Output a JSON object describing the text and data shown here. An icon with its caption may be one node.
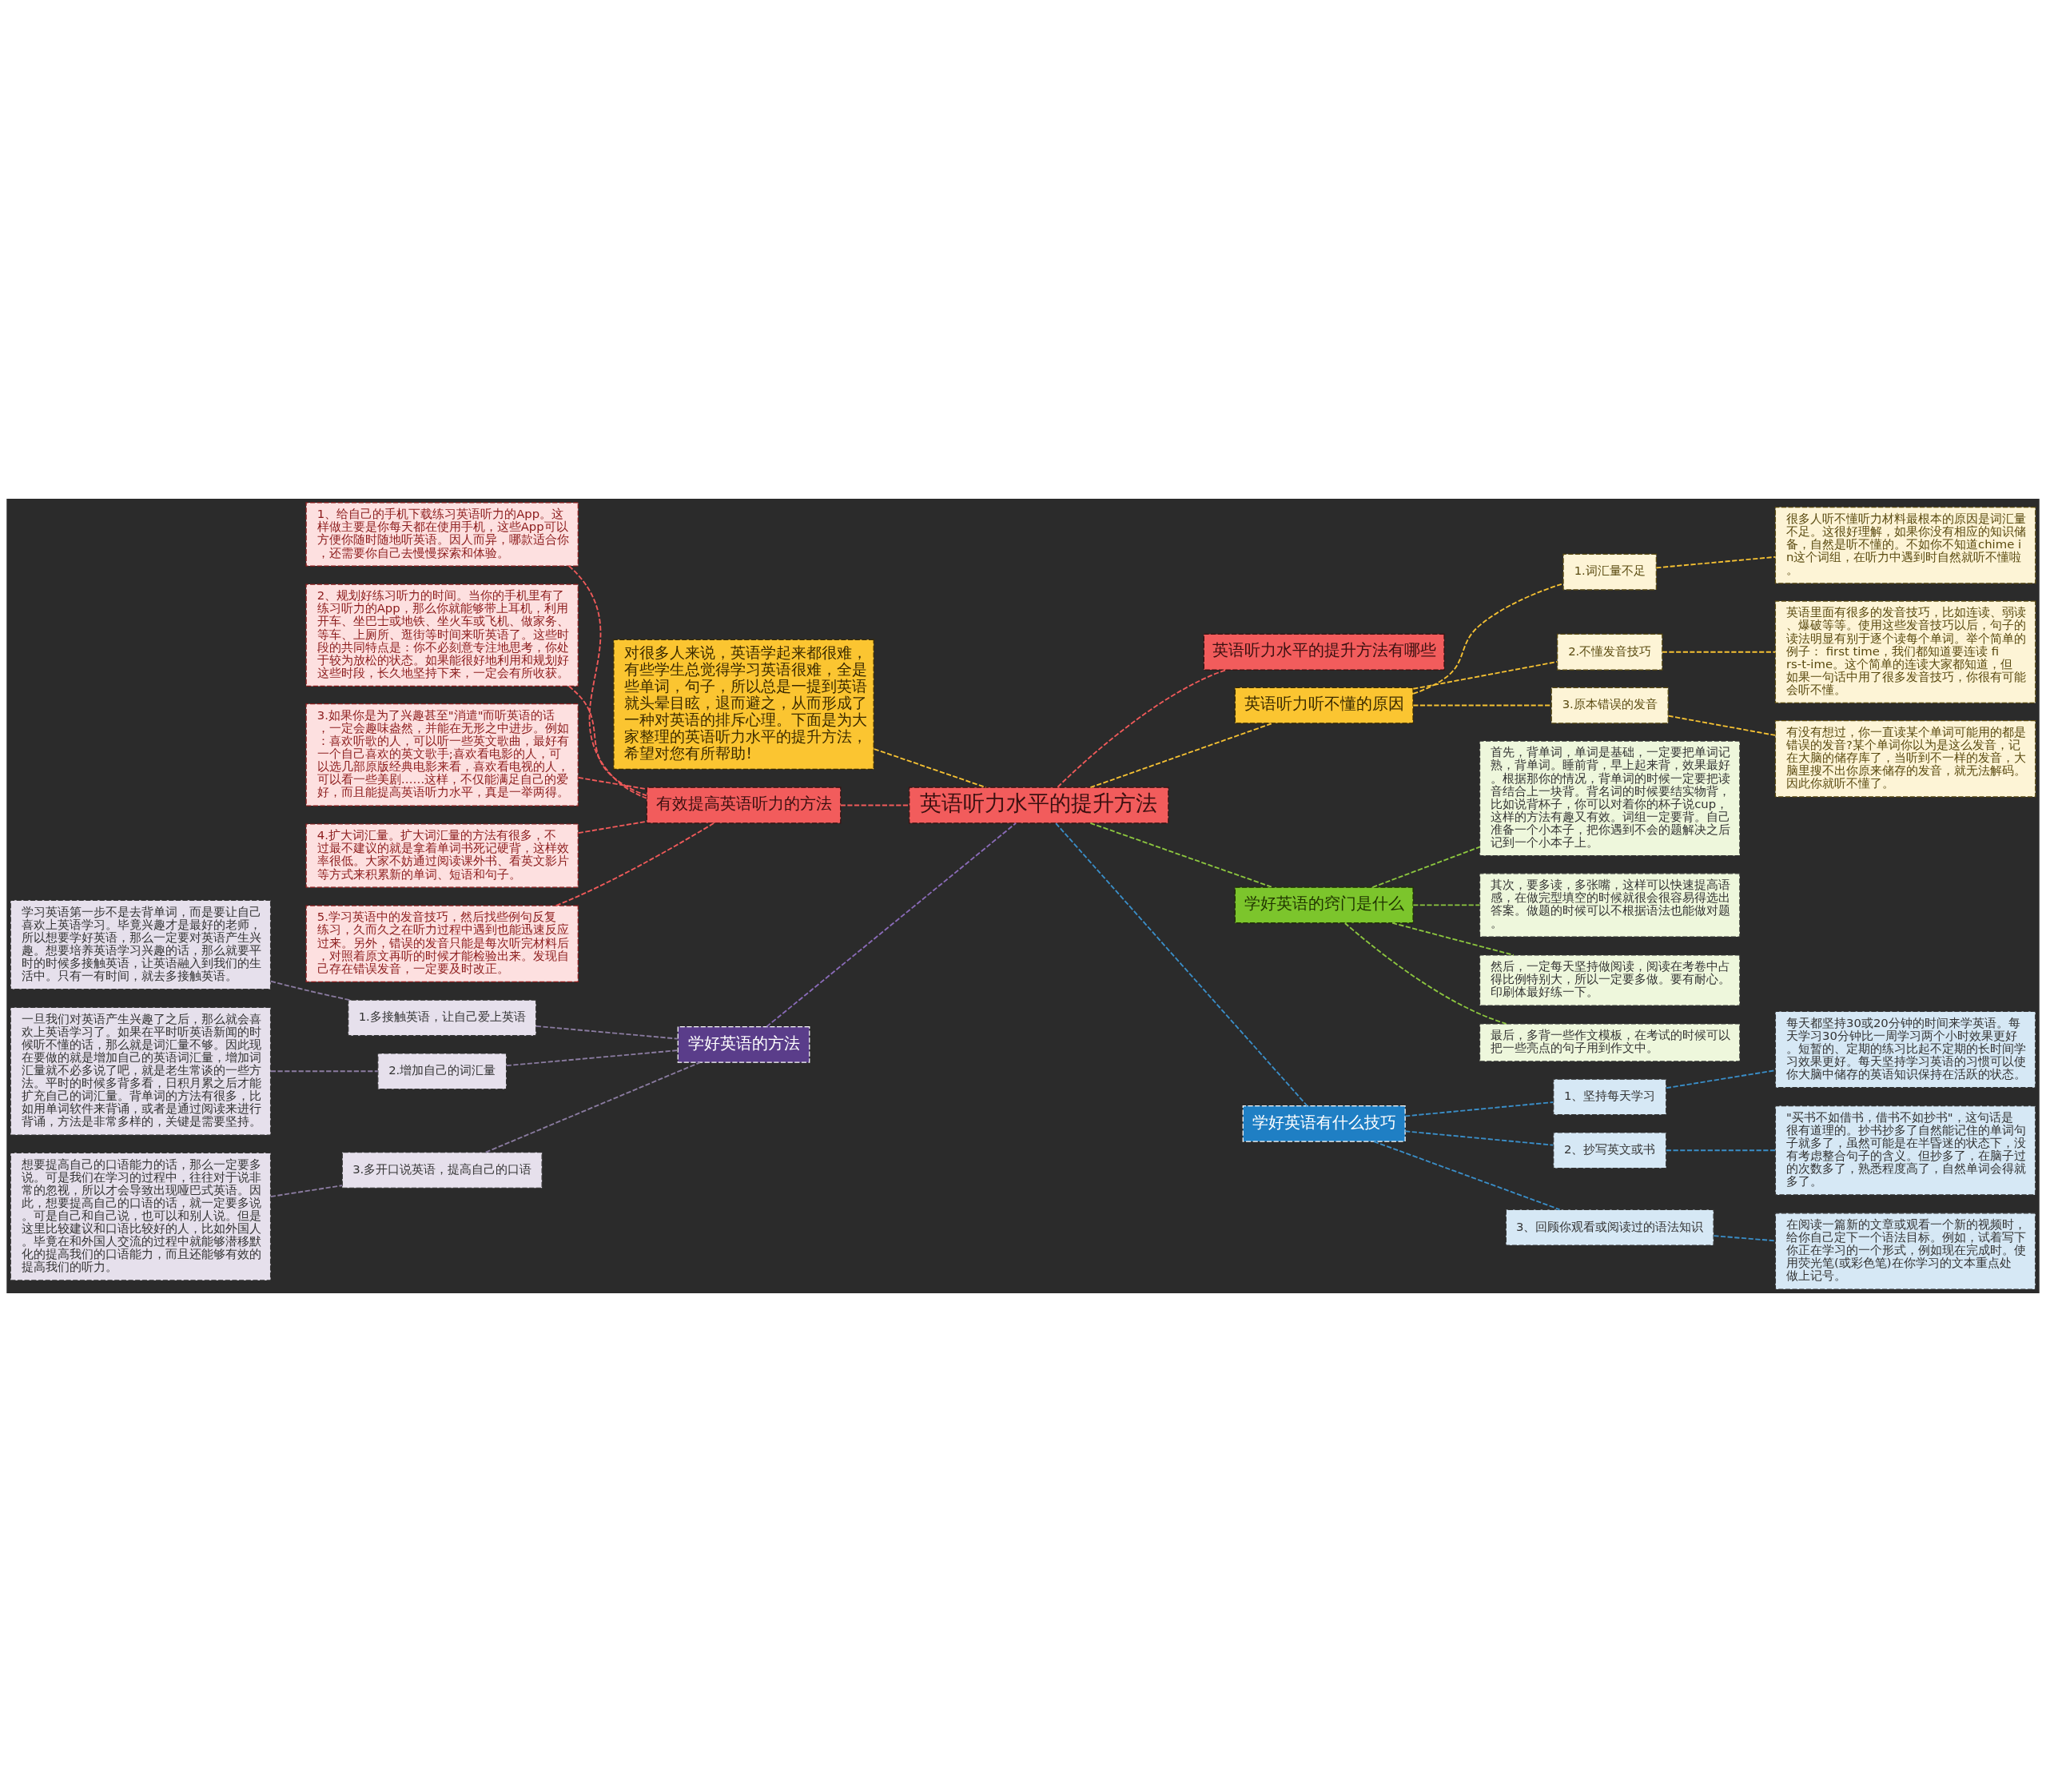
{
  "diagram": {
    "nodes": [
      {
        "text": [
          "英语听力水平的提升方法"
        ]
      },
      {
        "text": [
          "对很多人来说，英语学起来都很难，有些学生总觉得学习英语很难，全是些单词，句子，所以总是一提到英语就头晕目眩，退而避之，从而形成了一种对英语的排斥心理。下面是为大家整理的英语听力水平的提升方法，希望对您有所帮助!"
        ]
      },
      {
        "text": [
          "有效提高英语听力的方法"
        ]
      },
      {
        "text": [
          "1、给自己的手机下载练习英语听力的App。这样做主要是你每天都在使用手机，这些App可以方便你随时随地听英语。因人而异，哪款适合你，还需要你自己去慢慢探索和体验。"
        ]
      },
      {
        "text": [
          "2、规划好练习听力的时间。当你的手机里有了练习听力的App，那么你就能够带上耳机，利用开车、坐巴士或地铁、坐火车或飞机、做家务、等车、上厕所、逛街等时间来听英语了。这些时段的共同特点是：你不必刻意专注地思考，你处于较为放松的状态。如果能很好地利用和规划好这些时段，长久地坚持下来，一定会有所收获。"
        ]
      },
      {
        "text": [
          "3.如果你是为了兴趣甚至\"消遣\"而听英语的话，一定会趣味盎然，并能在无形之中进步。例如：喜欢听歌的人，可以听一些英文歌曲，最好有一个自己喜欢的英文歌手;喜欢看电影的人，可以选几部原版经典电影来看，喜欢看电视的人，可以看一些美剧……这样，不仅能满足自己的爱好，而且能提高英语听力水平，真是一举两得。"
        ]
      },
      {
        "text": [
          "4.扩大词汇量。扩大词汇量的方法有很多，不过最不建议的就是拿着单词书死记硬背，这样效率很低。大家不妨通过阅读课外书、看英文影片等方式来积累新的单词、短语和句子。"
        ]
      },
      {
        "text": [
          "5.学习英语中的发音技巧，然后找些例句反复练习，久而久之在听力过程中遇到也能迅速反应过来。另外，错误的发音只能是每次听完材料后，对照着原文再听的时候才能检验出来。发现自己存在错误发音，一定要及时改正。"
        ]
      },
      {
        "text": [
          "学好英语的方法"
        ]
      },
      {
        "text": [
          "1.多接触英语，让自己爱上英语"
        ]
      },
      {
        "text": [
          "学习英语第一步不是去背单词，而是要让自己喜欢上英语学习。毕竟兴趣才是最好的老师，所以想要学好英语，那么一定要对英语产生兴趣。想要培养英语学习兴趣的话，那么就要平时的时候多接触英语，让英语融入到我们的生活中。只有一有时间，就去多接触英语。"
        ]
      },
      {
        "text": [
          "2.增加自己的词汇量"
        ]
      },
      {
        "text": [
          "一旦我们对英语产生兴趣了之后，那么就会喜欢上英语学习了。如果在平时听英语新闻的时候听不懂的话，那么就是词汇量不够。因此现在要做的就是增加自己的英语词汇量，增加词汇量就不必多说了吧，就是老生常谈的一些方法。平时的时候多背多看，日积月累之后才能扩充自己的词汇量。背单词的方法有很多，比如用单词软件来背诵，或者是通过阅读来进行背诵，方法是非常多样的，关键是需要坚持。"
        ]
      },
      {
        "text": [
          "3.多开口说英语，提高自己的口语"
        ]
      },
      {
        "text": [
          "想要提高自己的口语能力的话，那么一定要多说。可是我们在学习的过程中，往往对于说非常的忽视，所以才会导致出现哑巴式英语。因此，想要提高自己的口语的话，就一定要多说。可是自己和自己说，也可以和别人说。但是这里比较建议和口语比较好的人，比如外国人。毕竟在和外国人交流的过程中就能够潜移默化的提高我们的口语能力，而且还能够有效的提高我们的听力。"
        ]
      },
      {
        "text": [
          "英语听力水平的提升方法有哪些"
        ]
      },
      {
        "text": [
          "英语听力听不懂的原因"
        ]
      },
      {
        "text": [
          "1.词汇量不足"
        ]
      },
      {
        "text": [
          "很多人听不懂听力材料最根本的原因是词汇量不足。这很好理解，如果你没有相应的知识储备，自然是听不懂的。不如你不知道chime in这个词组，在听力中遇到时自然就听不懂啦。"
        ]
      },
      {
        "text": [
          "2.不懂发音技巧"
        ]
      },
      {
        "text": [
          "英语里面有很多的发音技巧，比如连读、弱读、爆破等等。使用这些发音技巧以后，句子的读法明显有别于逐个读每个单词。举个简单的例子： first time，我们都知道要连读 firs-t-ime。这个简单的连读大家都知道，但如果一句话中用了很多发音技巧，你很有可能会听不懂。"
        ]
      },
      {
        "text": [
          "3.原本错误的发音"
        ]
      },
      {
        "text": [
          "有没有想过，你一直读某个单词可能用的都是错误的发音?某个单词你以为是这么发音，记在大脑的储存库了，当听到不一样的发音，大脑里搜不出你原来储存的发音，就无法解码。因此你就听不懂了。"
        ]
      },
      {
        "text": [
          "学好英语的窍门是什么"
        ]
      },
      {
        "text": [
          "首先，背单词，单词是基础，一定要把单词记熟，背单词。睡前背，早上起来背，效果最好。根据那你的情况，背单词的时候一定要把读音结合上一块背。背名词的时候要结实物背，比如说背杯子，你可以对着你的杯子说cup，这样的方法有趣又有效。词组一定要背。自己准备一个小本子，把你遇到不会的题解决之后记到一个小本子上。"
        ]
      },
      {
        "text": [
          "其次，要多读，多张嘴，这样可以快速提高语感，在做完型填空的时候就很会很容易得选出答案。做题的时候可以不根据语法也能做对题。"
        ]
      },
      {
        "text": [
          "然后，一定每天坚持做阅读，阅读在考卷中占得比例特别大，所以一定要多做。要有耐心。印刷体最好练一下。"
        ]
      },
      {
        "text": [
          "最后，多背一些作文模板，在考试的时候可以把一些亮点的句子用到作文中。"
        ]
      },
      {
        "text": [
          "学好英语有什么技巧"
        ]
      },
      {
        "text": [
          "1、坚持每天学习"
        ]
      },
      {
        "text": [
          "每天都坚持30或20分钟的时间来学英语。每天学习30分钟比一周学习两个小时效果更好。短暂的、定期的练习比起不定期的长时间学习效果更好。每天坚持学习英语的习惯可以使你大脑中储存的英语知识保持在活跃的状态。"
        ]
      },
      {
        "text": [
          "2、抄写英文或书"
        ]
      },
      {
        "text": [
          "\"买书不如借书，借书不如抄书\"，这句话是很有道理的。抄书抄多了自然能记住的单词句子就多了，虽然可能是在半昏迷的状态下，没有考虑整合句子的含义。但抄多了，在脑子过的次数多了，熟悉程度高了，自然单词会得就多了。"
        ]
      },
      {
        "text": [
          "3、回顾你观看或阅读过的语法知识"
        ]
      },
      {
        "text": [
          "在阅读一篇新的文章或观看一个新的视频时，给你自己定下一个语法目标。例如，试着写下你正在学习的一个形式，例如现在完成时。使用荧光笔(或彩色笔)在你学习的文本重点处做上记号。"
        ]
      }
    ],
    "edges": [
      {
        "from": 0,
        "to": 1,
        "arrow": "none",
        "style": "dashed",
        "color": "#f5c133"
      },
      {
        "from": 0,
        "to": 2,
        "arrow": "none",
        "style": "dashed",
        "color": "#f05a5a"
      },
      {
        "from": 2,
        "to": 3,
        "arrow": "none",
        "style": "dashed",
        "color": "#f05a5a"
      },
      {
        "from": 2,
        "to": 4,
        "arrow": "none",
        "style": "dashed",
        "color": "#f05a5a"
      },
      {
        "from": 2,
        "to": 5,
        "arrow": "none",
        "style": "dashed",
        "color": "#f05a5a"
      },
      {
        "from": 2,
        "to": 6,
        "arrow": "none",
        "style": "dashed",
        "color": "#f05a5a"
      },
      {
        "from": 2,
        "to": 7,
        "arrow": "none",
        "style": "dashed",
        "color": "#f05a5a"
      },
      {
        "from": 0,
        "to": 8,
        "arrow": "none",
        "style": "dashed",
        "color": "#8a6bb8"
      },
      {
        "from": 8,
        "to": 9,
        "arrow": "none",
        "style": "dashed",
        "color": "#8a7ba0"
      },
      {
        "from": 9,
        "to": 10,
        "arrow": "none",
        "style": "dashed",
        "color": "#8a7ba0"
      },
      {
        "from": 8,
        "to": 11,
        "arrow": "none",
        "style": "dashed",
        "color": "#8a7ba0"
      },
      {
        "from": 11,
        "to": 12,
        "arrow": "none",
        "style": "dashed",
        "color": "#8a7ba0"
      },
      {
        "from": 8,
        "to": 13,
        "arrow": "none",
        "style": "dashed",
        "color": "#8a7ba0"
      },
      {
        "from": 13,
        "to": 14,
        "arrow": "none",
        "style": "dashed",
        "color": "#8a7ba0"
      },
      {
        "from": 0,
        "to": 15,
        "arrow": "none",
        "style": "dashed",
        "color": "#f05a5a"
      },
      {
        "from": 0,
        "to": 16,
        "arrow": "none",
        "style": "dashed",
        "color": "#f5c133"
      },
      {
        "from": 16,
        "to": 17,
        "arrow": "none",
        "style": "dashed",
        "color": "#f5c133"
      },
      {
        "from": 17,
        "to": 18,
        "arrow": "none",
        "style": "dashed",
        "color": "#f5c133"
      },
      {
        "from": 16,
        "to": 19,
        "arrow": "none",
        "style": "dashed",
        "color": "#f5c133"
      },
      {
        "from": 19,
        "to": 20,
        "arrow": "none",
        "style": "dashed",
        "color": "#f5c133"
      },
      {
        "from": 16,
        "to": 21,
        "arrow": "none",
        "style": "dashed",
        "color": "#f5c133"
      },
      {
        "from": 21,
        "to": 22,
        "arrow": "none",
        "style": "dashed",
        "color": "#f5c133"
      },
      {
        "from": 0,
        "to": 23,
        "arrow": "none",
        "style": "dashed",
        "color": "#8cc63f"
      },
      {
        "from": 23,
        "to": 24,
        "arrow": "none",
        "style": "dashed",
        "color": "#8cc63f"
      },
      {
        "from": 23,
        "to": 25,
        "arrow": "none",
        "style": "dashed",
        "color": "#8cc63f"
      },
      {
        "from": 23,
        "to": 26,
        "arrow": "none",
        "style": "dashed",
        "color": "#8cc63f"
      },
      {
        "from": 23,
        "to": 27,
        "arrow": "none",
        "style": "dashed",
        "color": "#8cc63f"
      },
      {
        "from": 0,
        "to": 28,
        "arrow": "none",
        "style": "dashed",
        "color": "#3a8ec8"
      },
      {
        "from": 28,
        "to": 29,
        "arrow": "none",
        "style": "dashed",
        "color": "#3a8ec8"
      },
      {
        "from": 29,
        "to": 30,
        "arrow": "none",
        "style": "dashed",
        "color": "#3a8ec8"
      },
      {
        "from": 28,
        "to": 31,
        "arrow": "none",
        "style": "dashed",
        "color": "#3a8ec8"
      },
      {
        "from": 31,
        "to": 32,
        "arrow": "none",
        "style": "dashed",
        "color": "#3a8ec8"
      },
      {
        "from": 28,
        "to": 33,
        "arrow": "none",
        "style": "dashed",
        "color": "#3a8ec8"
      },
      {
        "from": 33,
        "to": 34,
        "arrow": "none",
        "style": "dashed",
        "color": "#3a8ec8"
      }
    ]
  }
}
